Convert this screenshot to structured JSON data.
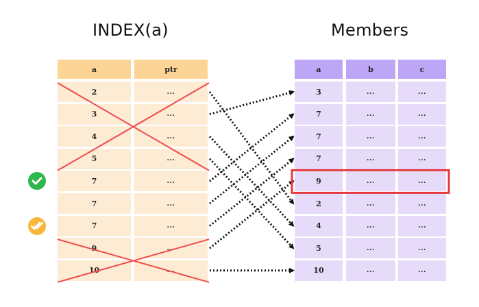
{
  "index_table": {
    "title": "INDEX(a)",
    "headers": [
      "a",
      "ptr"
    ],
    "rows": [
      {
        "a": "2",
        "ptr": "..."
      },
      {
        "a": "3",
        "ptr": "..."
      },
      {
        "a": "4",
        "ptr": "..."
      },
      {
        "a": "5",
        "ptr": "..."
      },
      {
        "a": "7",
        "ptr": "..."
      },
      {
        "a": "7",
        "ptr": "..."
      },
      {
        "a": "7",
        "ptr": "..."
      },
      {
        "a": "9",
        "ptr": "..."
      },
      {
        "a": "10",
        "ptr": "..."
      }
    ]
  },
  "members_table": {
    "title": "Members",
    "headers": [
      "a",
      "b",
      "c"
    ],
    "rows": [
      {
        "a": "3",
        "b": "...",
        "c": "..."
      },
      {
        "a": "7",
        "b": "...",
        "c": "..."
      },
      {
        "a": "7",
        "b": "...",
        "c": "..."
      },
      {
        "a": "7",
        "b": "...",
        "c": "..."
      },
      {
        "a": "9",
        "b": "...",
        "c": "..."
      },
      {
        "a": "2",
        "b": "...",
        "c": "..."
      },
      {
        "a": "4",
        "b": "...",
        "c": "..."
      },
      {
        "a": "5",
        "b": "...",
        "c": "..."
      },
      {
        "a": "10",
        "b": "...",
        "c": "..."
      }
    ],
    "highlighted_row": 4
  },
  "pointers": [
    {
      "from": 0,
      "to": 5
    },
    {
      "from": 1,
      "to": 0
    },
    {
      "from": 2,
      "to": 6
    },
    {
      "from": 3,
      "to": 7
    },
    {
      "from": 4,
      "to": 1
    },
    {
      "from": 5,
      "to": 2
    },
    {
      "from": 6,
      "to": 3
    },
    {
      "from": 7,
      "to": 4
    },
    {
      "from": 8,
      "to": 8
    }
  ],
  "crossed_out_ranges": [
    [
      0,
      3
    ],
    [
      7,
      8
    ]
  ],
  "markers": [
    {
      "row": 4,
      "icon": "check-circle-icon",
      "color": "#2eb84b"
    },
    {
      "row": 6,
      "icon": "double-check-circle-icon",
      "color": "#f6b73a"
    }
  ],
  "colors": {
    "index_header": "#fcd596",
    "index_body": "#fdebd3",
    "members_header": "#bca6f5",
    "members_body": "#e6dcfa",
    "cross_line": "#f04a4a",
    "highlight_box": "#e8383d",
    "pointer": "#111111"
  }
}
